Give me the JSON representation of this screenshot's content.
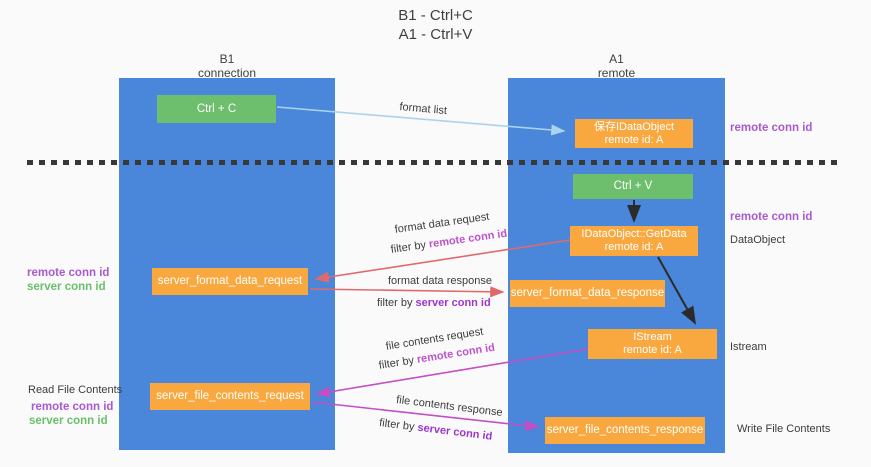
{
  "title": {
    "line1": "B1 - Ctrl+C",
    "line2": "A1 - Ctrl+V"
  },
  "columns": {
    "left": {
      "name": "B1",
      "role": "connection"
    },
    "right": {
      "name": "A1",
      "role": "remote"
    }
  },
  "nodes": {
    "ctrl_c": {
      "label": "Ctrl + C"
    },
    "ctrl_v": {
      "label": "Ctrl + V"
    },
    "save_dataobject": {
      "line1": "保存IDataObject",
      "line2": "remote id: A"
    },
    "getdata": {
      "line1": "IDataObject::GetData",
      "line2": "remote id: A"
    },
    "istream": {
      "line1": "IStream",
      "line2": "remote id: A"
    },
    "format_request": {
      "label": "server_format_data_request"
    },
    "format_response": {
      "label": "server_format_data_response"
    },
    "file_request": {
      "label": "server_file_contents_request"
    },
    "file_response": {
      "label": "server_file_contents_response"
    }
  },
  "labels": {
    "format_list": "format list",
    "remote_conn_id_top_right": "remote conn id",
    "remote_conn_id_mid_right": "remote conn id",
    "dataobject": "DataObject",
    "istream": "Istream",
    "write_file_contents": "Write File Contents",
    "read_file_contents": "Read File Contents",
    "remote_conn_id_left_format": "remote conn id",
    "server_conn_id_left_format": "server conn id",
    "remote_conn_id_left_file": "remote conn id",
    "server_conn_id_left_file": "server conn id",
    "format_data_request": "format data request",
    "format_data_response": "format data response",
    "file_contents_request": "file contents request",
    "file_contents_response": "file contents response",
    "filter_by_prefix": "filter by ",
    "filter_remote": "remote conn id",
    "filter_server": "server conn id"
  },
  "colors": {
    "lifeline_blue": "#4a86d9",
    "node_green": "#6dbf6e",
    "node_orange": "#f9a83f",
    "arrow_light_blue": "#a9d3ee",
    "arrow_black": "#2b2b2b",
    "arrow_salmon": "#e06a6a",
    "arrow_magenta": "#c44ec4",
    "label_purple": "#a95acb",
    "label_green": "#6abf6b",
    "label_dark": "#3c3c3c"
  }
}
